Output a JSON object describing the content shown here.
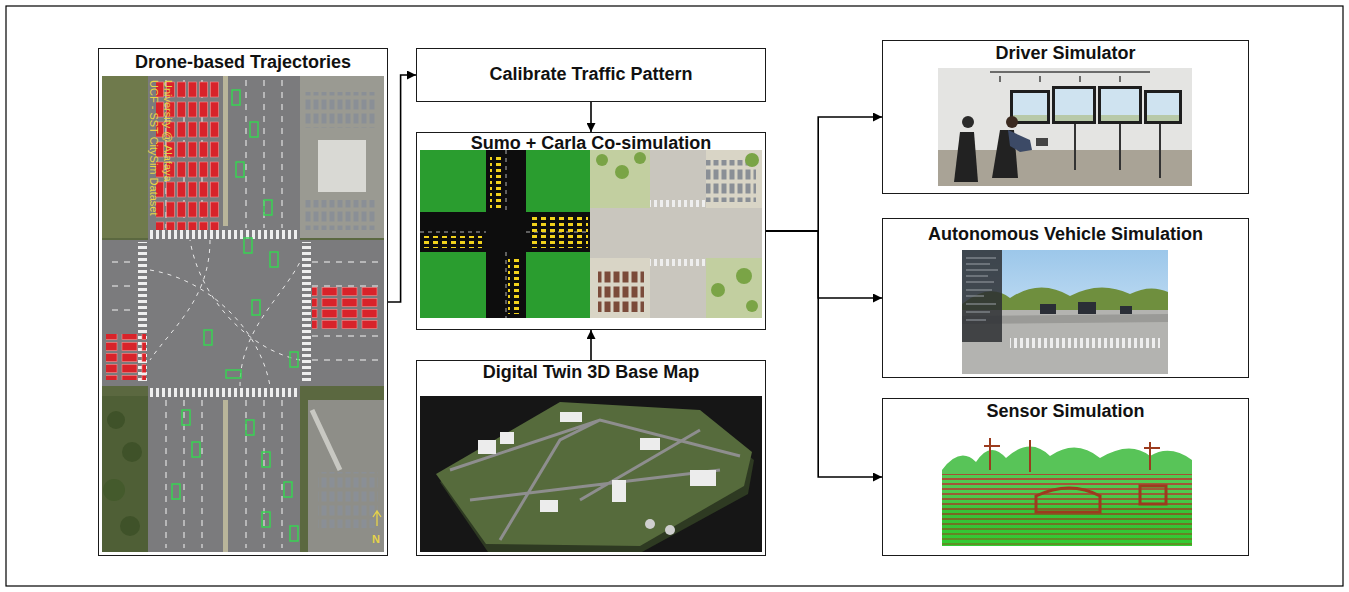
{
  "diagram": {
    "nodes": [
      {
        "text": [
          "Drone-based Trajectories"
        ]
      },
      {
        "text": [
          "Calibrate Traffic Pattern"
        ]
      },
      {
        "text": [
          "Sumo + Carla Co-simulation"
        ]
      },
      {
        "text": [
          "Digital Twin 3D Base Map"
        ]
      },
      {
        "text": [
          "Driver Simulator"
        ]
      },
      {
        "text": [
          "Autonomous Vehicle Simulation"
        ]
      },
      {
        "text": [
          "Sensor Simulation"
        ]
      }
    ],
    "edges": [
      {
        "from": 0,
        "to": 1,
        "arrow": "to"
      },
      {
        "from": 1,
        "to": 2,
        "arrow": "to"
      },
      {
        "from": 3,
        "to": 2,
        "arrow": "to"
      },
      {
        "from": 2,
        "to": 4,
        "arrow": "to"
      },
      {
        "from": 2,
        "to": 5,
        "arrow": "to"
      },
      {
        "from": 2,
        "to": 6,
        "arrow": "to"
      }
    ],
    "labels": [
      "UCF - SST CitySim Dataset",
      "University @ Alafaya",
      "N"
    ]
  }
}
